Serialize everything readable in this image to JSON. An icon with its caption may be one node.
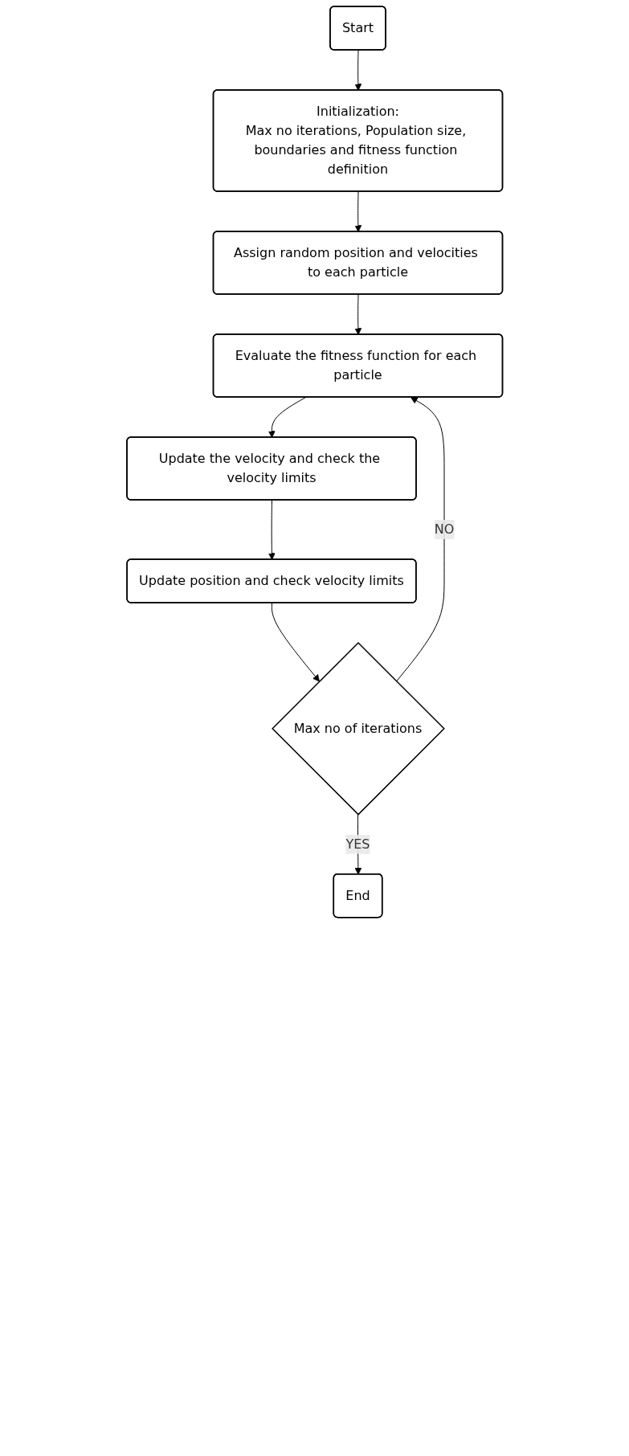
{
  "diagram": {
    "nodes": [
      {
        "text": [
          "Start"
        ]
      },
      {
        "text": [
          "Initialization:",
          "Max no iterations, Population size, boundaries and fitness function definition"
        ]
      },
      {
        "text": [
          "Assign random position and velocities to each particle"
        ]
      },
      {
        "text": [
          "Evaluate the fitness function for each particle"
        ]
      },
      {
        "text": [
          "Update the velocity and check the velocity limits"
        ]
      },
      {
        "text": [
          "Update position and check velocity limits"
        ]
      },
      {
        "text": [
          "Max no of iterations"
        ]
      },
      {
        "text": [
          "End"
        ]
      }
    ],
    "edges": [
      {
        "from": 0,
        "to": 1,
        "arrow": "to"
      },
      {
        "from": 1,
        "to": 2,
        "arrow": "to"
      },
      {
        "from": 2,
        "to": 3,
        "arrow": "to"
      },
      {
        "from": 3,
        "to": 4,
        "arrow": "to"
      },
      {
        "from": 4,
        "to": 5,
        "arrow": "to"
      },
      {
        "from": 5,
        "to": 6,
        "arrow": "to"
      },
      {
        "from": 6,
        "to": 3,
        "label": "NO",
        "arrow": "to"
      },
      {
        "from": 6,
        "to": 7,
        "label": "YES",
        "arrow": "to"
      }
    ]
  }
}
